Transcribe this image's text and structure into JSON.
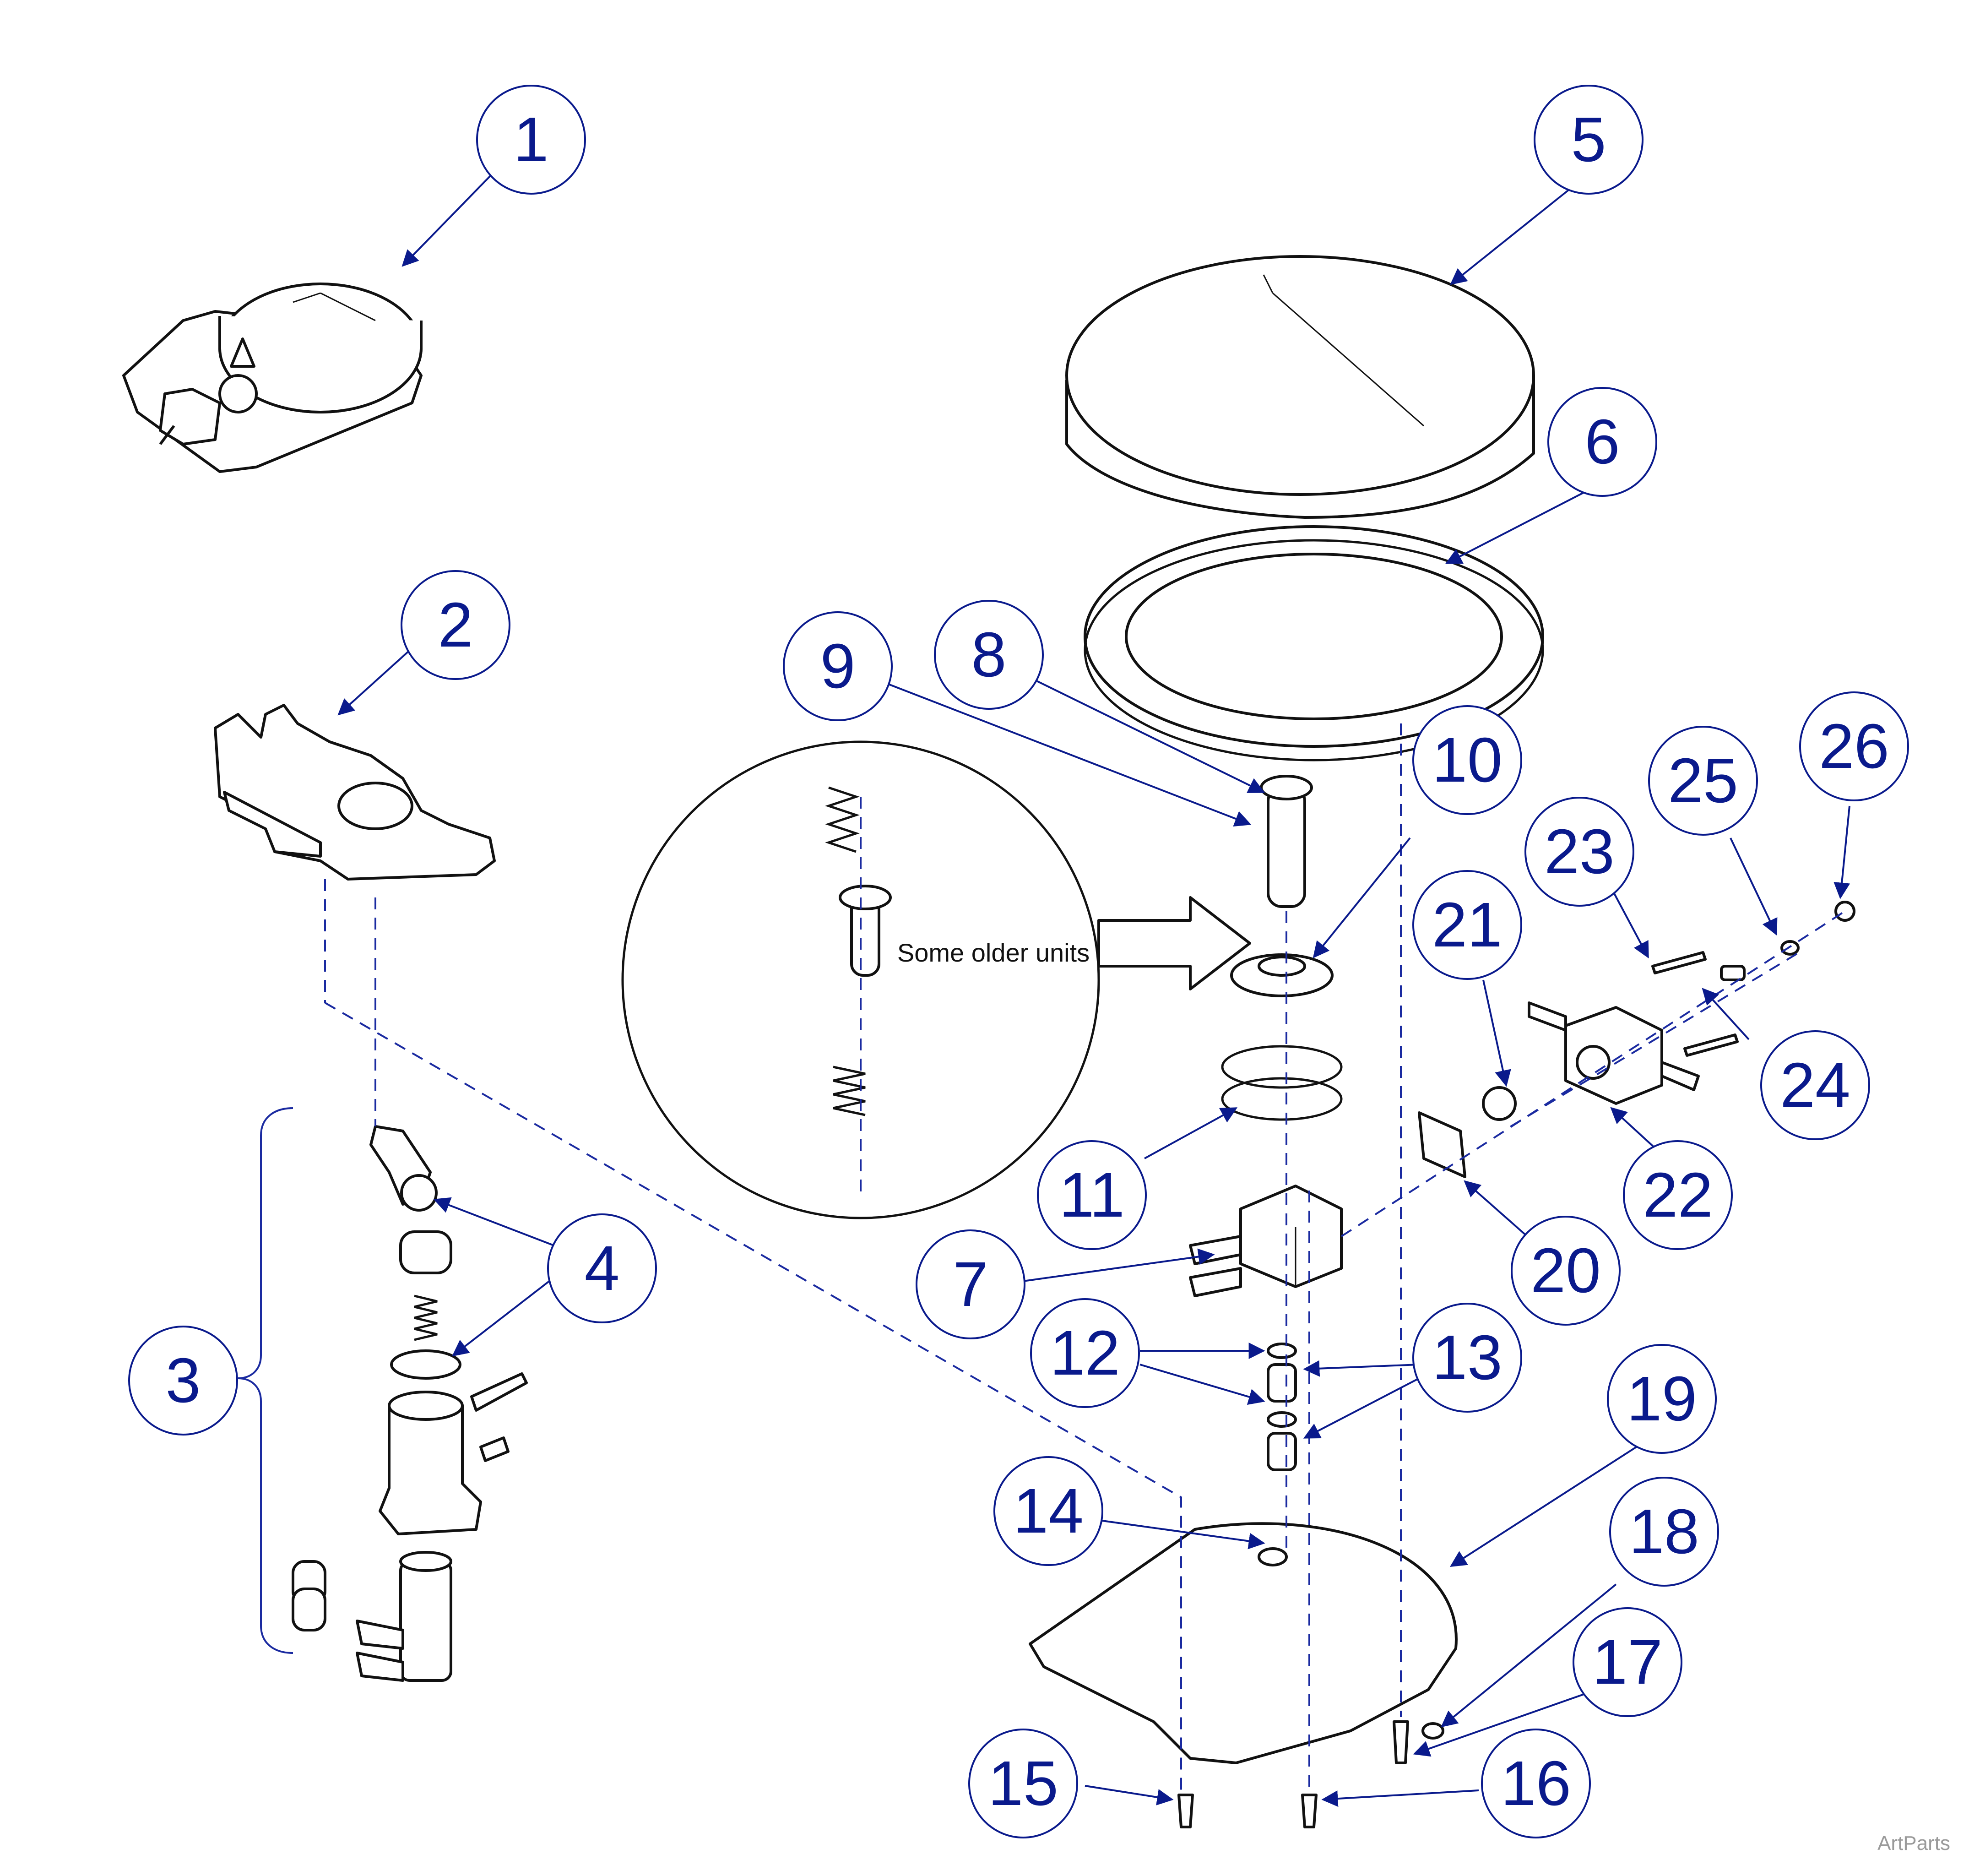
{
  "diagram": {
    "callouts": [
      "1",
      "2",
      "3",
      "4",
      "5",
      "6",
      "7",
      "8",
      "9",
      "10",
      "11",
      "12",
      "13",
      "14",
      "15",
      "16",
      "17",
      "18",
      "19",
      "20",
      "21",
      "22",
      "23",
      "24",
      "25",
      "26"
    ],
    "inset_note": "Some older units",
    "watermark": "ArtParts",
    "colors": {
      "callout": "#0a1a8c",
      "line": "#111111",
      "guide": "#1a2aa0"
    }
  }
}
